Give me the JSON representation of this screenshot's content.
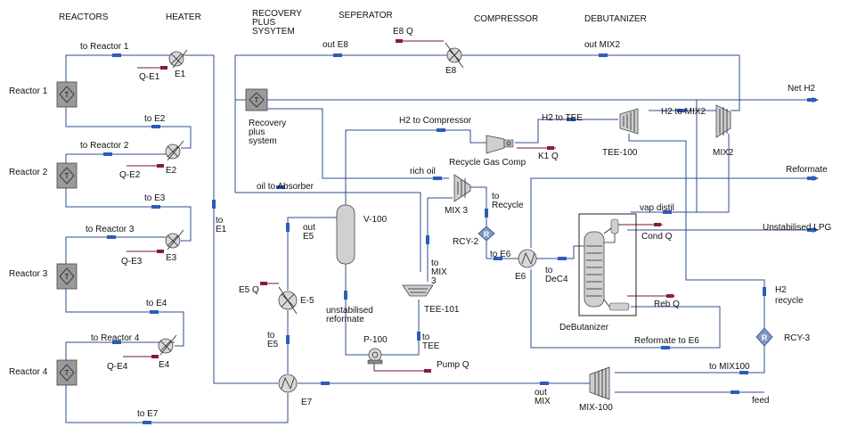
{
  "headers": {
    "reactors": "REACTORS",
    "heater": "HEATER",
    "recovery_1": "RECOVERY",
    "recovery_2": "PLUS",
    "recovery_3": "SYSYTEM",
    "separator": "SEPERATOR",
    "compressor": "COMPRESSOR",
    "debutanizer": "DEBUTANIZER"
  },
  "units": {
    "reactor_1": "Reactor 1",
    "reactor_2": "Reactor 2",
    "reactor_3": "Reactor 3",
    "reactor_4": "Reactor 4",
    "e1": "E1",
    "e2": "E2",
    "e3": "E3",
    "e4": "E4",
    "e5": "E-5",
    "e7": "E7",
    "e8": "E8",
    "e6": "E6",
    "recovery_1": "Recovery",
    "recovery_2": "plus",
    "recovery_3": "system",
    "v100": "V-100",
    "tee101": "TEE-101",
    "p100": "P-100",
    "mix3": "MIX 3",
    "rcy2": "RCY-2",
    "rcy3": "RCY-3",
    "comp": "Recycle Gas Comp",
    "tee100": "TEE-100",
    "mix2": "MIX2",
    "mix100": "MIX-100",
    "debutanizer": "DeButanizer"
  },
  "energy": {
    "qe1": "Q-E1",
    "qe2": "Q-E2",
    "qe3": "Q-E3",
    "qe4": "Q-E4",
    "e5q": "E5 Q",
    "e8q": "E8 Q",
    "k1q": "K1 Q",
    "pumpq": "Pump Q",
    "condq": "Cond Q",
    "rebq": "Reb Q"
  },
  "streams": {
    "to_reactor1": "to Reactor 1",
    "to_e2": "to E2",
    "to_reactor2": "to Reactor 2",
    "to_e3": "to E3",
    "to_reactor3": "to Reactor 3",
    "to_e4": "to E4",
    "to_reactor4": "to Reactor 4",
    "to_e7": "to E7",
    "to_e1_a": "to",
    "to_e1_b": "E1",
    "out_e8": "out E8",
    "out_mix2": "out MIX2",
    "net_h2": "Net H2",
    "h2_to_comp": "H2 to Compressor",
    "h2_to_tee": "H2 to TEE",
    "h2_to_mix2": "H2 to MIX2",
    "rich_oil": "rich oil",
    "oil_to_absorber": "oil to Absorber",
    "reformate": "Reformate",
    "to_recycle_a": "to",
    "to_recycle_b": "Recycle",
    "out_e5_a": "out",
    "out_e5_b": "E5",
    "vap_distil": "vap distil",
    "unstab_lpg": "Unstabilised LPG",
    "to_e6": "to E6",
    "to_dec4_a": "to",
    "to_dec4_b": "DeC4",
    "to_mix3_a": "to",
    "to_mix3_b": "MIX",
    "to_mix3_c": "3",
    "unstab_ref_a": "unstabilised",
    "unstab_ref_b": "reformate",
    "h2_recycle_a": "H2",
    "h2_recycle_b": "recycle",
    "to_e5_a": "to",
    "to_e5_b": "E5",
    "to_tee_a": "to",
    "to_tee_b": "TEE",
    "reformate_to_e6": "Reformate to E6",
    "to_mix100": "to MIX100",
    "out_mix_a": "out",
    "out_mix_b": "MIX",
    "feed": "feed"
  }
}
